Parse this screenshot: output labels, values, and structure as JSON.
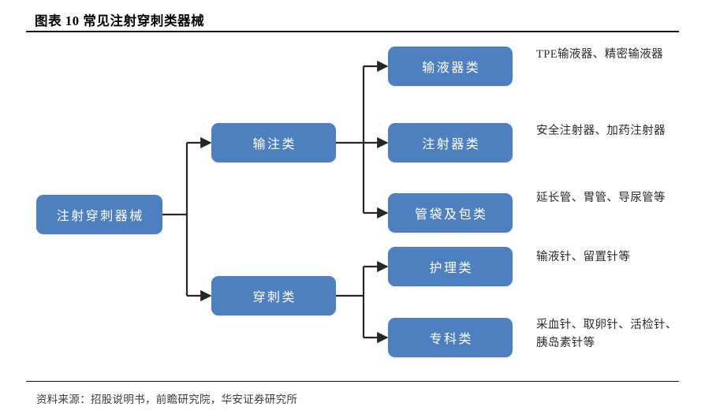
{
  "figure": {
    "title": "图表 10 常见注射穿刺类器械",
    "source": "资料来源：招股说明书，前瞻研究院，华安证券研究所",
    "accent_color": "#4E80BF",
    "connector_color": "#262626",
    "text_color_on_node": "#FFFFFF"
  },
  "diagram": {
    "type": "tree",
    "root": {
      "label": "注射穿刺器械"
    },
    "branches": [
      {
        "label": "输注类",
        "children": [
          {
            "label": "输液器类",
            "note": "TPE输液器、精密输液器"
          },
          {
            "label": "注射器类",
            "note": "安全注射器、加药注射器"
          },
          {
            "label": "管袋及包类",
            "note": "延长管、胃管、导尿管等"
          }
        ]
      },
      {
        "label": "穿刺类",
        "children": [
          {
            "label": "护理类",
            "note": "输液针、留置针等"
          },
          {
            "label": "专科类",
            "note": "采血针、取卵针、活检针、胰岛素针等"
          }
        ]
      }
    ]
  },
  "nodes": {
    "root": "注射穿刺器械",
    "branch_1": "输注类",
    "branch_2": "穿刺类",
    "leaf_1": "输液器类",
    "leaf_2": "注射器类",
    "leaf_3": "管袋及包类",
    "leaf_4": "护理类",
    "leaf_5": "专科类"
  },
  "annotations": {
    "leaf_1": "TPE输液器、精密输液器",
    "leaf_2": "安全注射器、加药注射器",
    "leaf_3": "延长管、胃管、导尿管等",
    "leaf_4": "输液针、留置针等",
    "leaf_5": "采血针、取卵针、活检针、胰岛素针等"
  }
}
